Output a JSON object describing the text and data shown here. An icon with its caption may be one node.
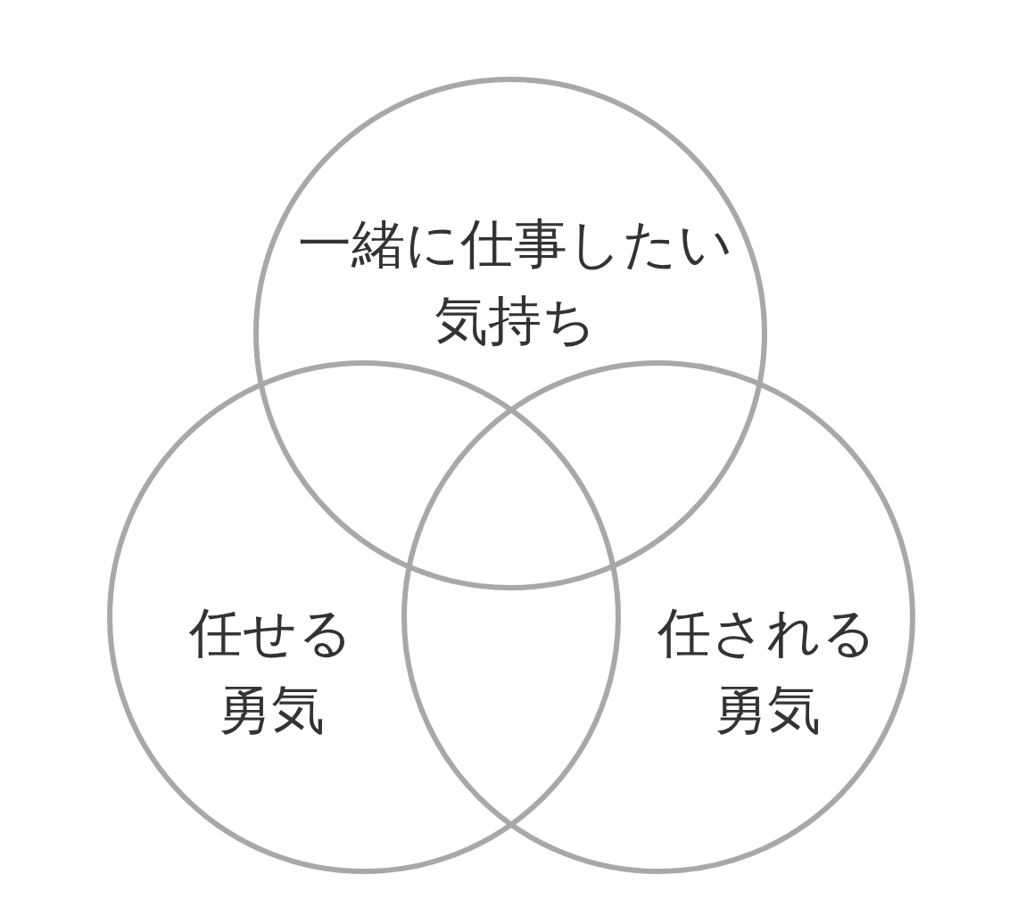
{
  "diagram": {
    "nodes": [
      {
        "text": [
          "一緒に仕事したい気持ち"
        ]
      },
      {
        "text": [
          "任せる勇気"
        ]
      },
      {
        "text": [
          "任される勇気"
        ]
      }
    ]
  }
}
